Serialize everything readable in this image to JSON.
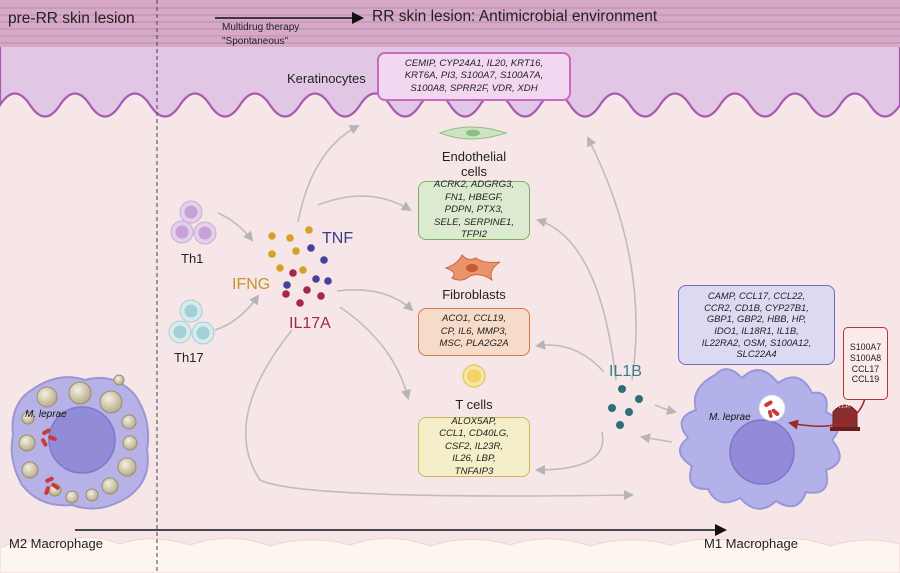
{
  "header": {
    "left_title": "pre-RR skin lesion",
    "right_title": "RR skin lesion: Antimicrobial environment",
    "trigger_line1": "Multidrug therapy",
    "trigger_line2": "\"Spontaneous\""
  },
  "keratinocytes": {
    "label": "Keratinocytes",
    "genes": [
      "CEMIP, CYP24A1, IL20, KRT16,",
      "KRT6A, PI3, S100A7, S100A7A,",
      "S100A8, SPRR2F, VDR, XDH"
    ]
  },
  "endothelial": {
    "label_line1": "Endothelial",
    "label_line2": "cells",
    "genes": [
      "ACRK2, ADGRG3,",
      "FN1, HBEGF,",
      "PDPN, PTX3,",
      "SELE, SERPINE1,",
      "TFPI2"
    ]
  },
  "fibroblasts": {
    "label": "Fibroblasts",
    "genes": [
      "ACO1, CCL19,",
      "CP, IL6, MMP3,",
      "MSC, PLA2G2A"
    ]
  },
  "tcells": {
    "label": "T cells",
    "genes": [
      "ALOX5AP,",
      "CCL1, CD40LG,",
      "CSF2, IL23R,",
      "IL26, LBP,",
      "TNFAIP3"
    ]
  },
  "lymphocytes": {
    "th1": "Th1",
    "th17": "Th17"
  },
  "cytokines": {
    "tnf": "TNF",
    "ifng": "IFNG",
    "il17a": "IL17A",
    "il1b": "IL1B"
  },
  "m1": {
    "label": "M1 Macrophage",
    "pathogen": "M. leprae",
    "tombstone": "R.I.P.",
    "genes": [
      "CAMP, CCL17, CCL22,",
      "CCR2, CD1B, CYP27B1,",
      "GBP1, GBP2, HBB, HP,",
      "IDO1, IL18R1, IL1B,",
      "IL22RA2, OSM, S100A12,",
      "SLC22A4"
    ],
    "killing_genes": [
      "S100A7",
      "S100A8",
      "CCL17",
      "CCL19"
    ]
  },
  "m2": {
    "label": "M2 Macrophage",
    "pathogen": "M. leprae"
  },
  "colors": {
    "tnf": "#3b3a8a",
    "ifng": "#c4962c",
    "il17a": "#a3284a",
    "il1b": "#3a7c8e",
    "keratinocyte_layer": "#e2c2e4",
    "epidermis_border": "#a85ab0",
    "macrophage": "#b3b1ea"
  }
}
